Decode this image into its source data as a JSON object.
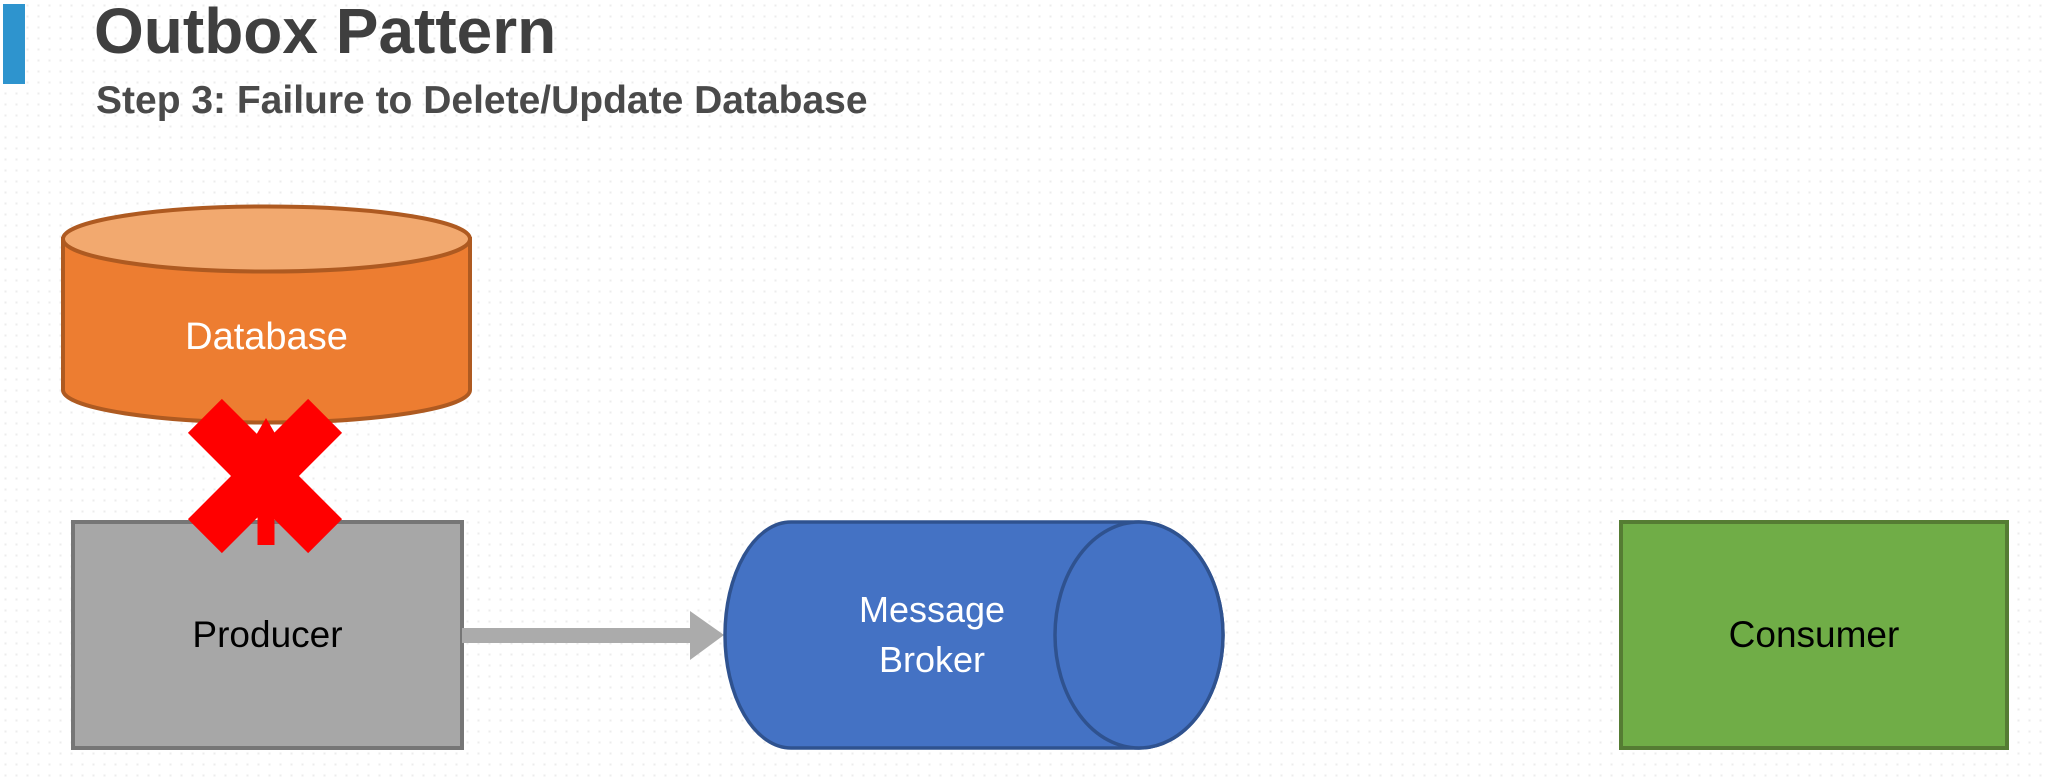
{
  "header": {
    "accent_color": "#2E94CE",
    "title": "Outbox Pattern",
    "subtitle": "Step 3: Failure to Delete/Update Database",
    "title_color": "#3F3F3F"
  },
  "diagram": {
    "database": {
      "label": "Database",
      "shape": "vertical-cylinder",
      "fill": "#ED7D31",
      "top_fill": "#F2A96F",
      "border": "#AE5A21",
      "text_color": "#FFFFFF"
    },
    "producer": {
      "label": "Producer",
      "shape": "rectangle",
      "fill": "#A7A7A7",
      "border": "#767676",
      "text_color": "#000000"
    },
    "broker": {
      "label_line1": "Message",
      "label_line2": "Broker",
      "shape": "horizontal-cylinder",
      "fill": "#4472C4",
      "border": "#2F528F",
      "text_color": "#FFFFFF"
    },
    "consumer": {
      "label": "Consumer",
      "shape": "rectangle",
      "fill": "#70AD47",
      "border": "#557C33",
      "text_color": "#000000"
    },
    "producer_to_database_arrow": {
      "direction": "up",
      "color": "#FF0000",
      "status": "failed"
    },
    "failure_x": {
      "color": "#FF0000",
      "meaning": "failure to delete/update database"
    },
    "producer_to_broker_arrow": {
      "direction": "right",
      "color": "#ABABAB"
    }
  }
}
